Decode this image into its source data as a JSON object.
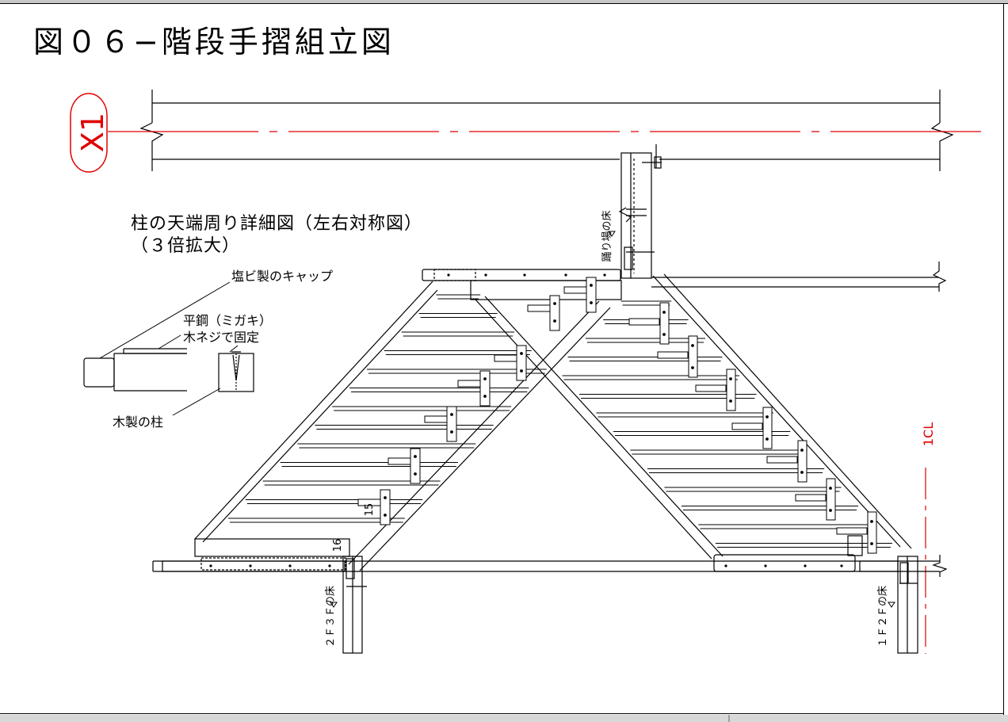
{
  "title": "図０６−階段手摺組立図",
  "gridline": {
    "label": "X1",
    "color": "#e00000"
  },
  "centerline": {
    "label": "1CL",
    "color": "#e00000"
  },
  "detail": {
    "heading_line1": "柱の天端周り詳細図（左右対称図）",
    "heading_line2": "（３倍拡大）",
    "cap_label": "塩ビ製のキャップ",
    "flatbar_label": "平鋼（ミガキ）",
    "screw_label": "木ネジで固定",
    "post_label": "木製の柱"
  },
  "floor_labels": {
    "landing": "踊り場の床",
    "floor_2f3f": "２Ｆ３Ｆの床",
    "floor_1f2f": "１Ｆ２Ｆの床"
  },
  "dims": {
    "left_height_1": "15",
    "left_height_2": "16"
  },
  "colors": {
    "line": "#000000",
    "red": "#e00000",
    "background": "#ffffff"
  }
}
